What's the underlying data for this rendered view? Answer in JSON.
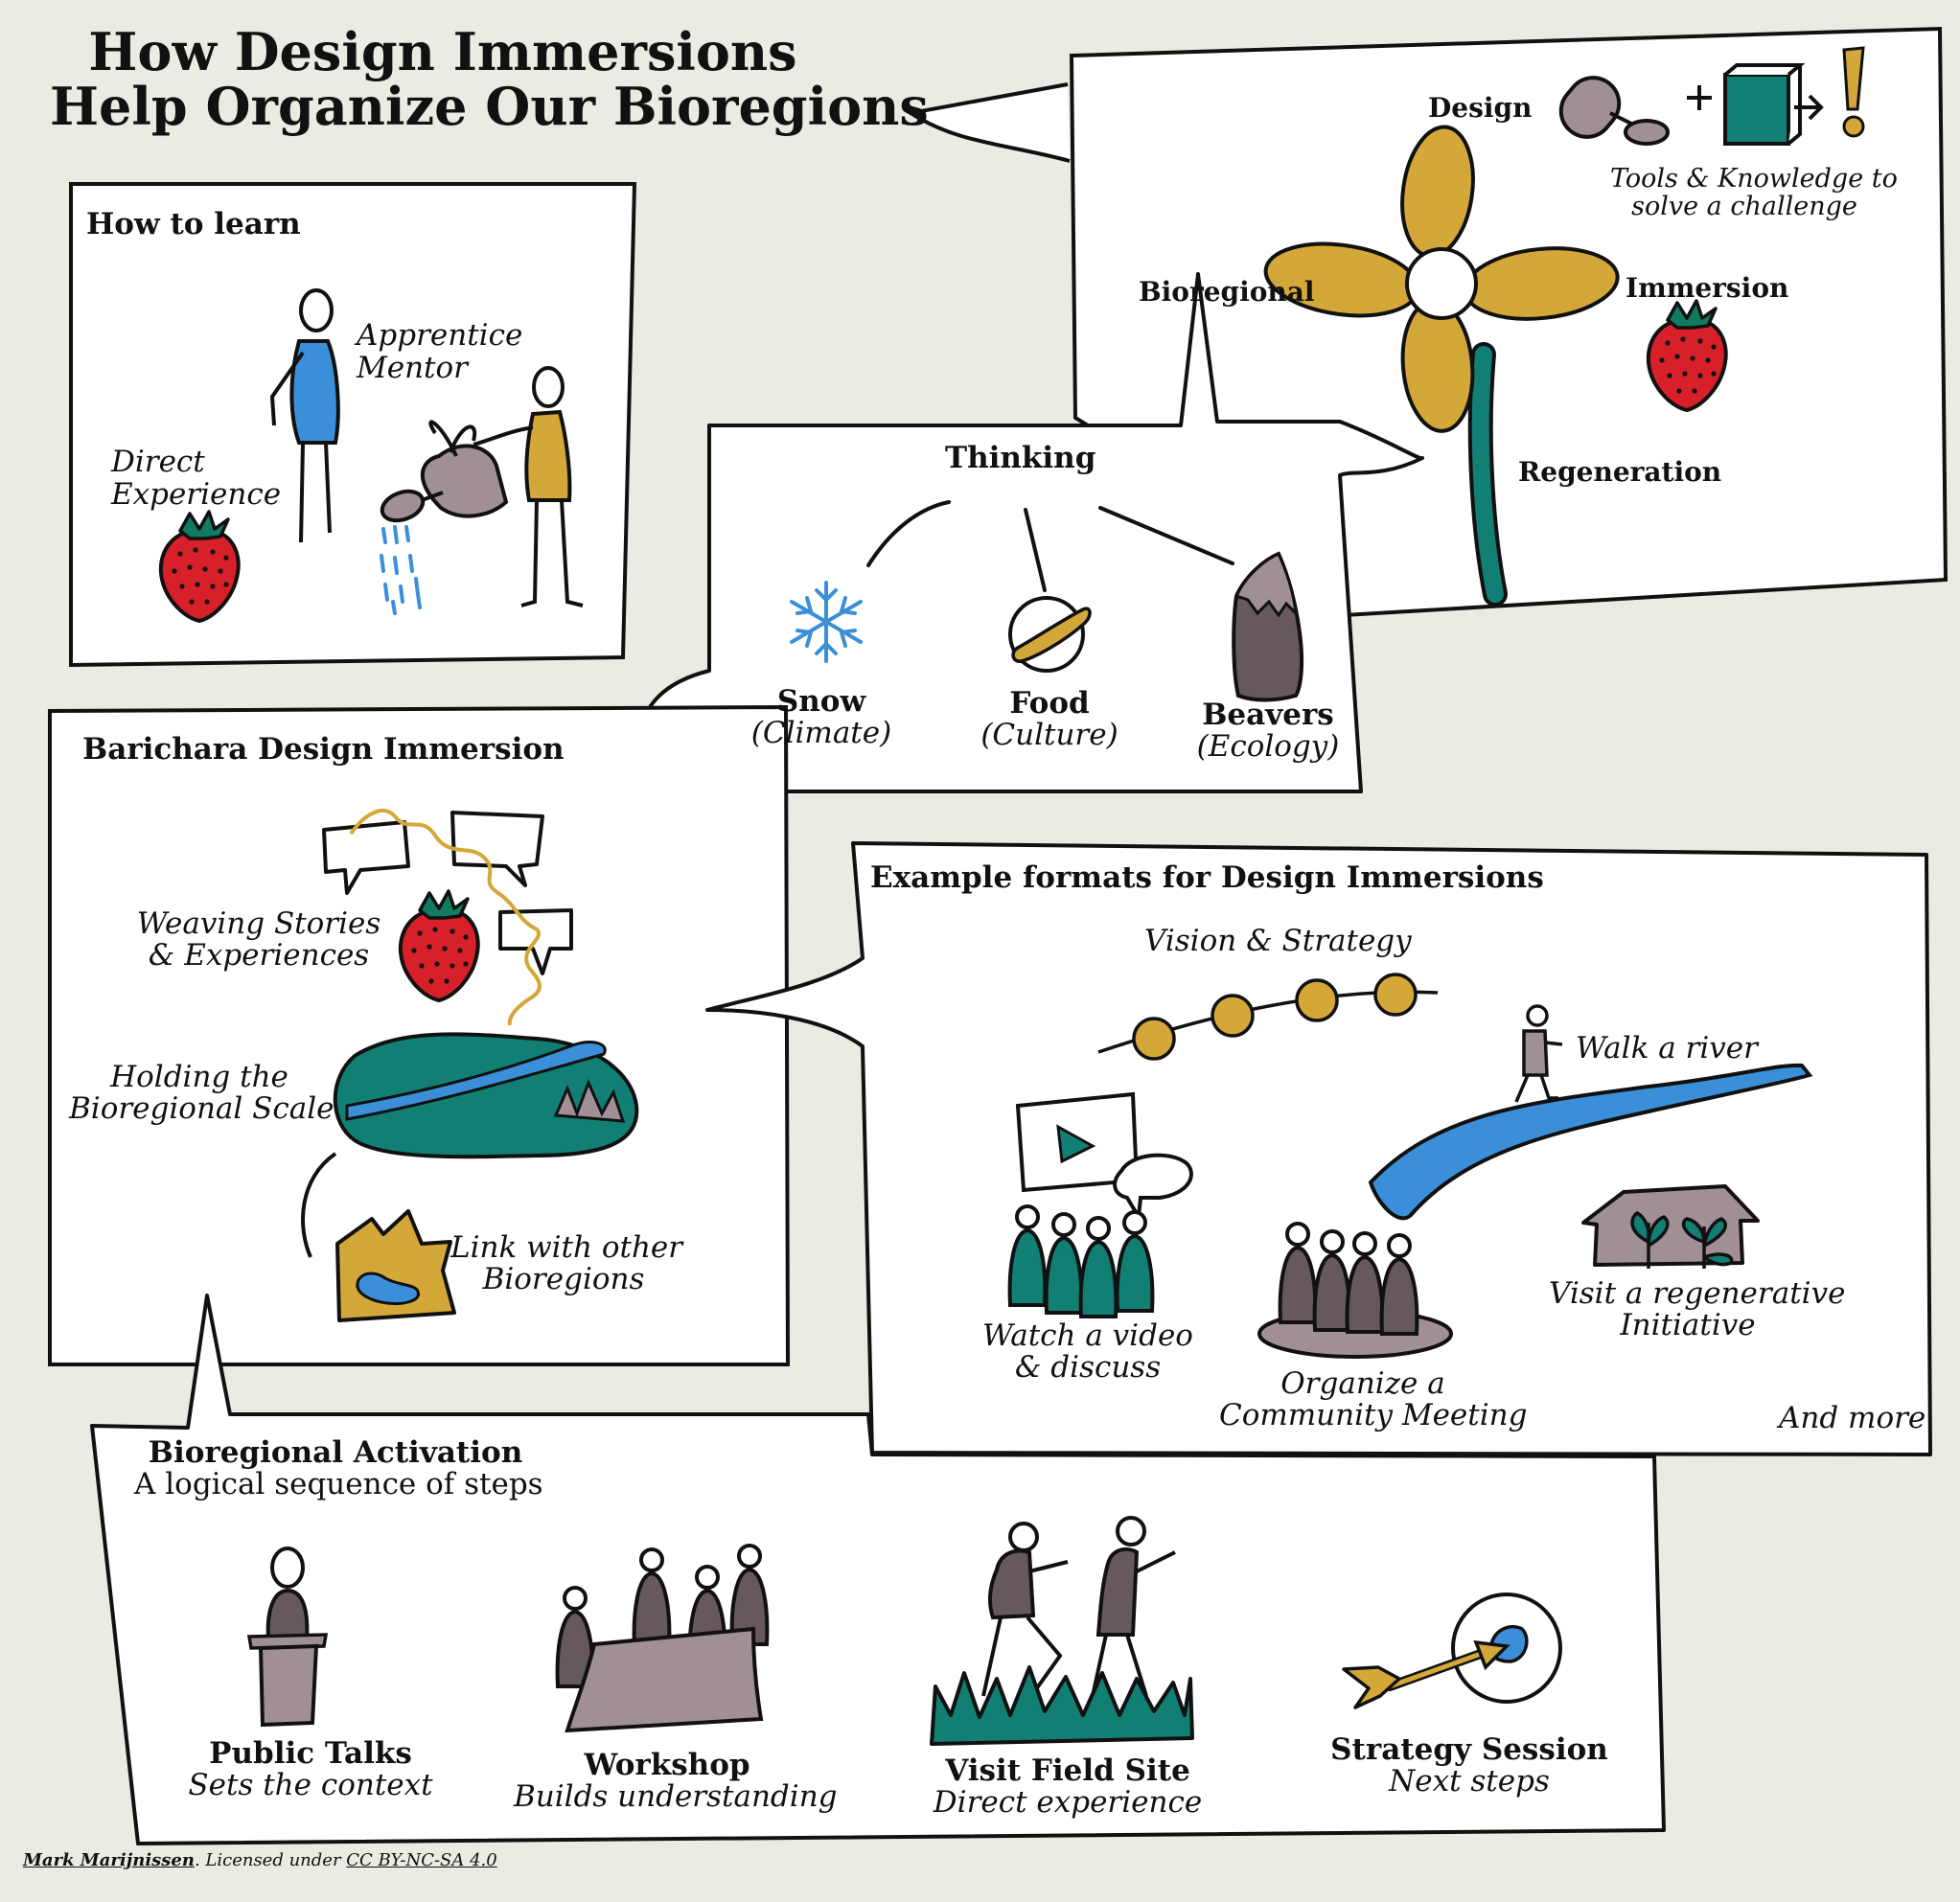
{
  "title": {
    "line1": "How Design Immersions",
    "line2": "Help Organize Our Bioregions"
  },
  "how_to_learn": {
    "heading": "How to learn",
    "apprentice": "Apprentice",
    "mentor": "Mentor",
    "direct": "Direct",
    "experience": "Experience"
  },
  "design_flower": {
    "design": "Design",
    "bioregional": "Bioregional",
    "immersion": "Immersion",
    "regeneration": "Regeneration",
    "tools_line1": "Tools & Knowledge to",
    "tools_line2": "solve a challenge"
  },
  "thinking": {
    "heading": "Thinking",
    "snow": "Snow",
    "snow_sub": "(Climate)",
    "food": "Food",
    "food_sub": "(Culture)",
    "beavers": "Beavers",
    "beavers_sub": "(Ecology)"
  },
  "barichara": {
    "heading": "Barichara Design Immersion",
    "weaving1": "Weaving Stories",
    "weaving2": "& Experiences",
    "holding1": "Holding the",
    "holding2": "Bioregional Scale",
    "link1": "Link with other",
    "link2": "Bioregions"
  },
  "formats": {
    "heading": "Example formats for Design Immersions",
    "vision": "Vision & Strategy",
    "walk": "Walk a river",
    "watch1": "Watch a video",
    "watch2": "& discuss",
    "organize1": "Organize a",
    "organize2": "Community Meeting",
    "visit1": "Visit a regenerative",
    "visit2": "Initiative",
    "more": "And more"
  },
  "activation": {
    "heading": "Bioregional Activation",
    "subheading": "A logical sequence of steps",
    "steps": [
      {
        "title": "Public Talks",
        "sub": "Sets the context"
      },
      {
        "title": "Workshop",
        "sub": "Builds understanding"
      },
      {
        "title": "Visit Field Site",
        "sub": "Direct experience"
      },
      {
        "title": "Strategy Session",
        "sub": "Next steps"
      }
    ]
  },
  "footer": {
    "author": "Mark Marijnissen",
    "mid": ". Licensed under ",
    "license": "CC BY-NC-SA 4.0"
  },
  "colors": {
    "teal": "#127f74",
    "gold": "#d3a838",
    "blue": "#3b8fd8",
    "red": "#d8202a",
    "mauve": "#a09096",
    "dark": "#675860",
    "bg": "#ebebe3",
    "strawberry_leaf": "#137a62"
  }
}
